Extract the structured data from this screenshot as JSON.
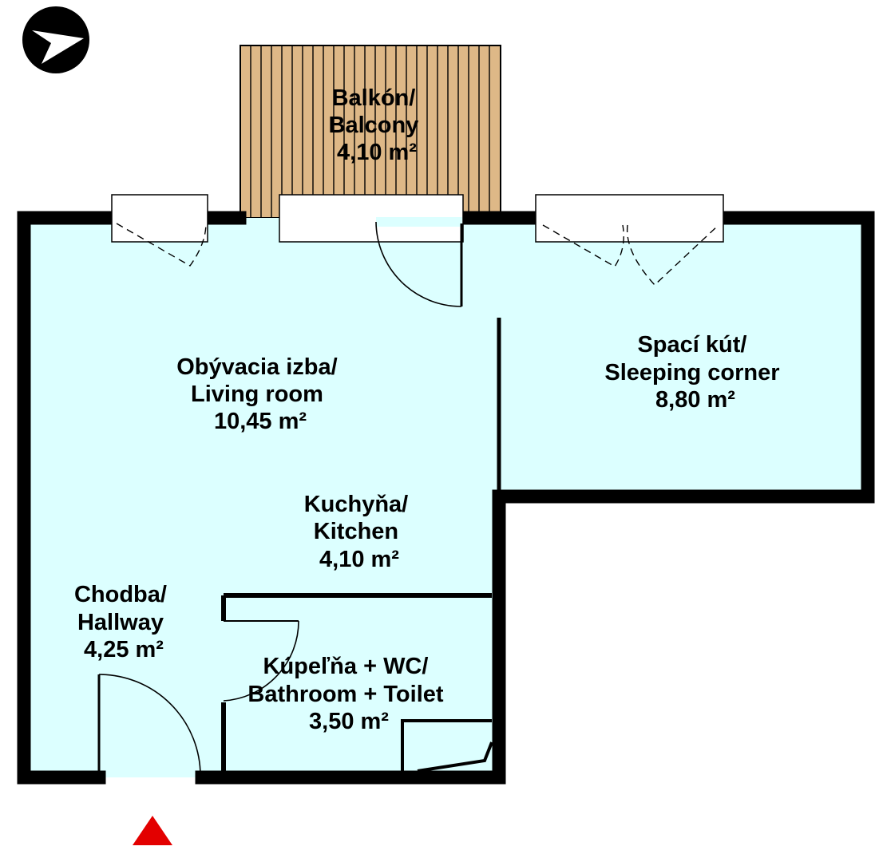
{
  "colors": {
    "wall": "#000000",
    "floor": "#dcffff",
    "balcony": "#deb887",
    "entrance_marker": "#e30000",
    "compass": "#000000"
  },
  "icons": {
    "compass": "north-arrow-icon",
    "entrance": "entrance-triangle-icon"
  },
  "rooms": {
    "balcony": {
      "name_sk": "Balkón/",
      "name_en": "Balcony",
      "area": "4,10 m²"
    },
    "living": {
      "name_sk": "Obývacia izba/",
      "name_en": "Living room",
      "area": "10,45 m²"
    },
    "sleeping": {
      "name_sk": "Spací kút/",
      "name_en": "Sleeping corner",
      "area": "8,80 m²"
    },
    "kitchen": {
      "name_sk": "Kuchyňa/",
      "name_en": "Kitchen",
      "area": "4,10 m²"
    },
    "hallway": {
      "name_sk": "Chodba/",
      "name_en": "Hallway",
      "area": "4,25 m²"
    },
    "bathroom": {
      "name_sk": "Kúpeľňa + WC/",
      "name_en": "Bathroom + Toilet",
      "area": "3,50 m²"
    }
  }
}
